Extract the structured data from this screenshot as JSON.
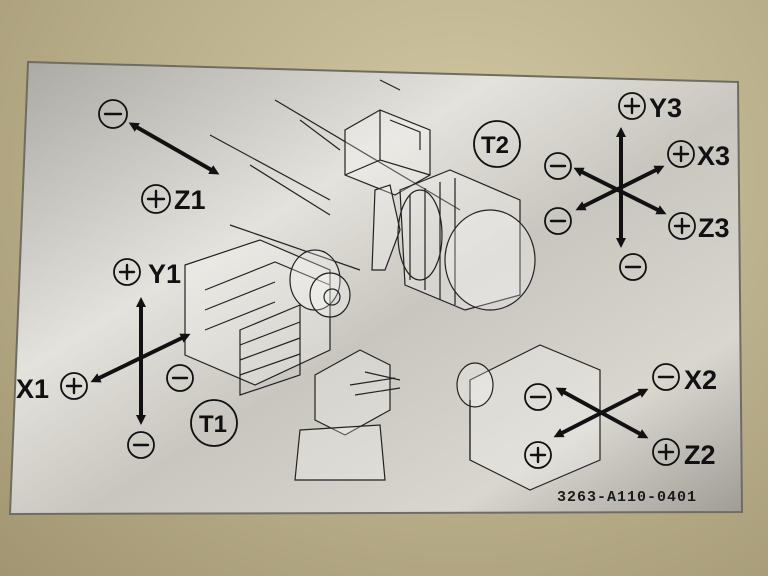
{
  "plate": {
    "part_number": "3263-A110-0401"
  },
  "tools": {
    "t1": "T1",
    "t2": "T2"
  },
  "axes": {
    "z1": "Z1",
    "y1": "Y1",
    "x1": "X1",
    "y3": "Y3",
    "x3": "X3",
    "z3": "Z3",
    "x2": "X2",
    "z2": "Z2"
  },
  "colors": {
    "plate": "#c9c6bd",
    "ink": "#111111",
    "wall": "#b8ad8a"
  },
  "icons": [
    "plus-circle-icon",
    "minus-circle-icon",
    "double-arrow-icon"
  ]
}
